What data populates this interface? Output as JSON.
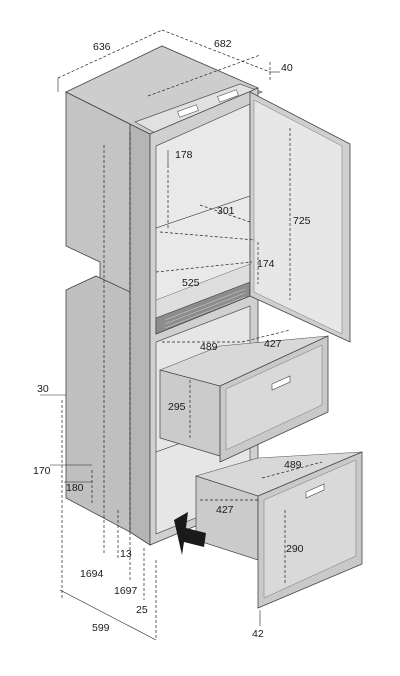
{
  "dimensions": {
    "top_depth": "636",
    "top_width": "682",
    "top_gap": "40",
    "freezer_inner_depth": "178",
    "freezer_inner_mid": "301",
    "door_height": "725",
    "freezer_lower_height": "174",
    "freezer_inner_width": "525",
    "drawer_upper_width": "489",
    "drawer_upper_depth": "427",
    "drawer_upper_height": "295",
    "side_offset": "30",
    "base_height": "170",
    "base_depth": "180",
    "total_height": "1694",
    "kick_13": "13",
    "height_1697": "1697",
    "kick_25": "25",
    "total_depth": "599",
    "drawer_lower_width": "489",
    "drawer_lower_depth": "427",
    "drawer_lower_height": "290",
    "drawer_lower_offset": "42"
  },
  "colors": {
    "cabinet_face": "#c9c9c9",
    "cabinet_side": "#bdbdbd",
    "cabinet_top": "#cfcfcf",
    "interior": "#e6e6e6",
    "trim": "#9a9a9a",
    "arrow": "#1a1a1a"
  }
}
